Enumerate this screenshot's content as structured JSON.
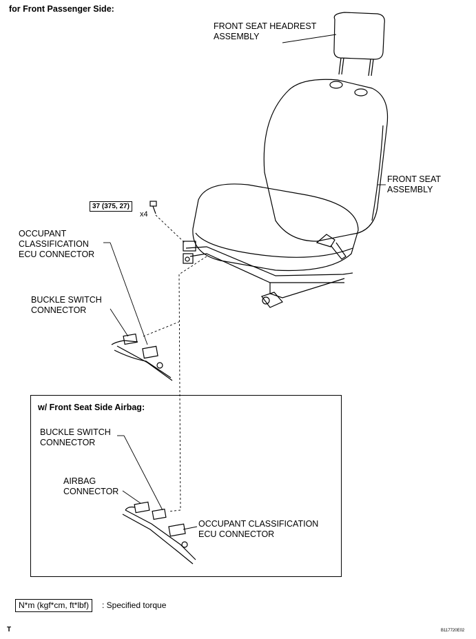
{
  "heading": "for Front Passenger Side:",
  "labels": {
    "headrest": "FRONT SEAT HEADREST\nASSEMBLY",
    "seat": "FRONT SEAT\nASSEMBLY",
    "occupant_ecu_main": "OCCUPANT\nCLASSIFICATION\nECU CONNECTOR",
    "buckle_main": "BUCKLE SWITCH\nCONNECTOR",
    "bolt_qty": "x4"
  },
  "torque": "37 (375, 27)",
  "inset": {
    "title": "w/ Front Seat Side Airbag:",
    "buckle": "BUCKLE SWITCH\nCONNECTOR",
    "airbag": "AIRBAG\nCONNECTOR",
    "occupant_ecu": "OCCUPANT CLASSIFICATION\nECU CONNECTOR"
  },
  "legend": {
    "unit": "N*m (kgf*cm, ft*lbf)",
    "meaning": ": Specified torque"
  },
  "footer": {
    "left_mark": "T",
    "code": "B117720E02"
  }
}
